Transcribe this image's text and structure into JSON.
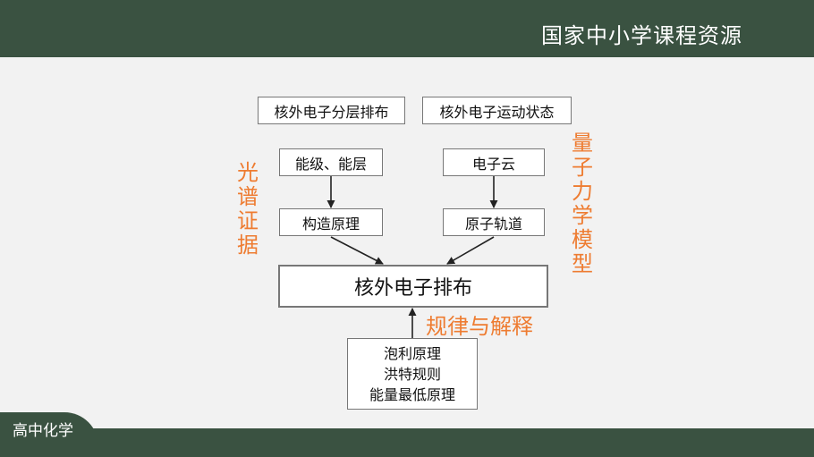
{
  "header": {
    "brand": "国家中小学课程资源"
  },
  "footer": {
    "subject": "高中化学"
  },
  "diagram": {
    "top_left": "核外电子分层排布",
    "top_right": "核外电子运动状态",
    "left_upper": "能级、能层",
    "left_lower": "构造原理",
    "right_upper": "电子云",
    "right_lower": "原子轨道",
    "center": "核外电子排布",
    "bottom_lines": [
      "泡利原理",
      "洪特规则",
      "能量最低原理"
    ],
    "label_left_chars": [
      "光",
      "谱",
      "证",
      "据"
    ],
    "label_right_chars": [
      "量",
      "子",
      "力",
      "学",
      "模",
      "型"
    ],
    "label_bottom": "规律与解释",
    "accent_color": "#ee7c31",
    "theme_color": "#3a5241"
  }
}
